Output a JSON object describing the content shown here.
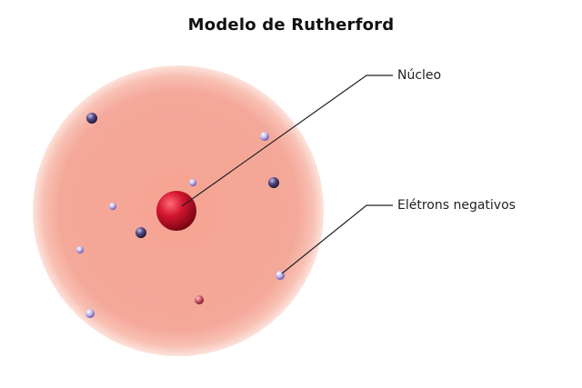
{
  "title": "Modelo de Rutherford",
  "labels": {
    "nucleus": "Núcleo",
    "electrons": "Elétrons negativos"
  },
  "colors": {
    "atom_fill": "#f4a79a",
    "atom_rim": "#fbd2c8",
    "nucleus": "#c8102e",
    "electron": "#9b8bd6",
    "leader_line": "#222222"
  }
}
